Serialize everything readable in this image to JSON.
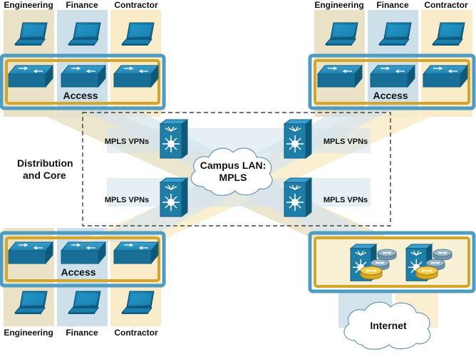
{
  "labels": {
    "engineering": "Engineering",
    "finance": "Finance",
    "contractor": "Contractor",
    "access": "Access",
    "mpls_vpns": "MPLS VPNs",
    "distribution_line1": "Distribution",
    "distribution_line2": "and Core",
    "campus_line1": "Campus LAN:",
    "campus_line2": "MPLS",
    "internet": "Internet"
  },
  "colors": {
    "engineering": "#e9e2c6",
    "finance": "#cde0ea",
    "contractor": "#faecc9",
    "block_border": "#4f9cc0",
    "access_ring": "#d3a52b",
    "device_blue": "#1e7ea8",
    "router_gold": "#f0c23a"
  }
}
